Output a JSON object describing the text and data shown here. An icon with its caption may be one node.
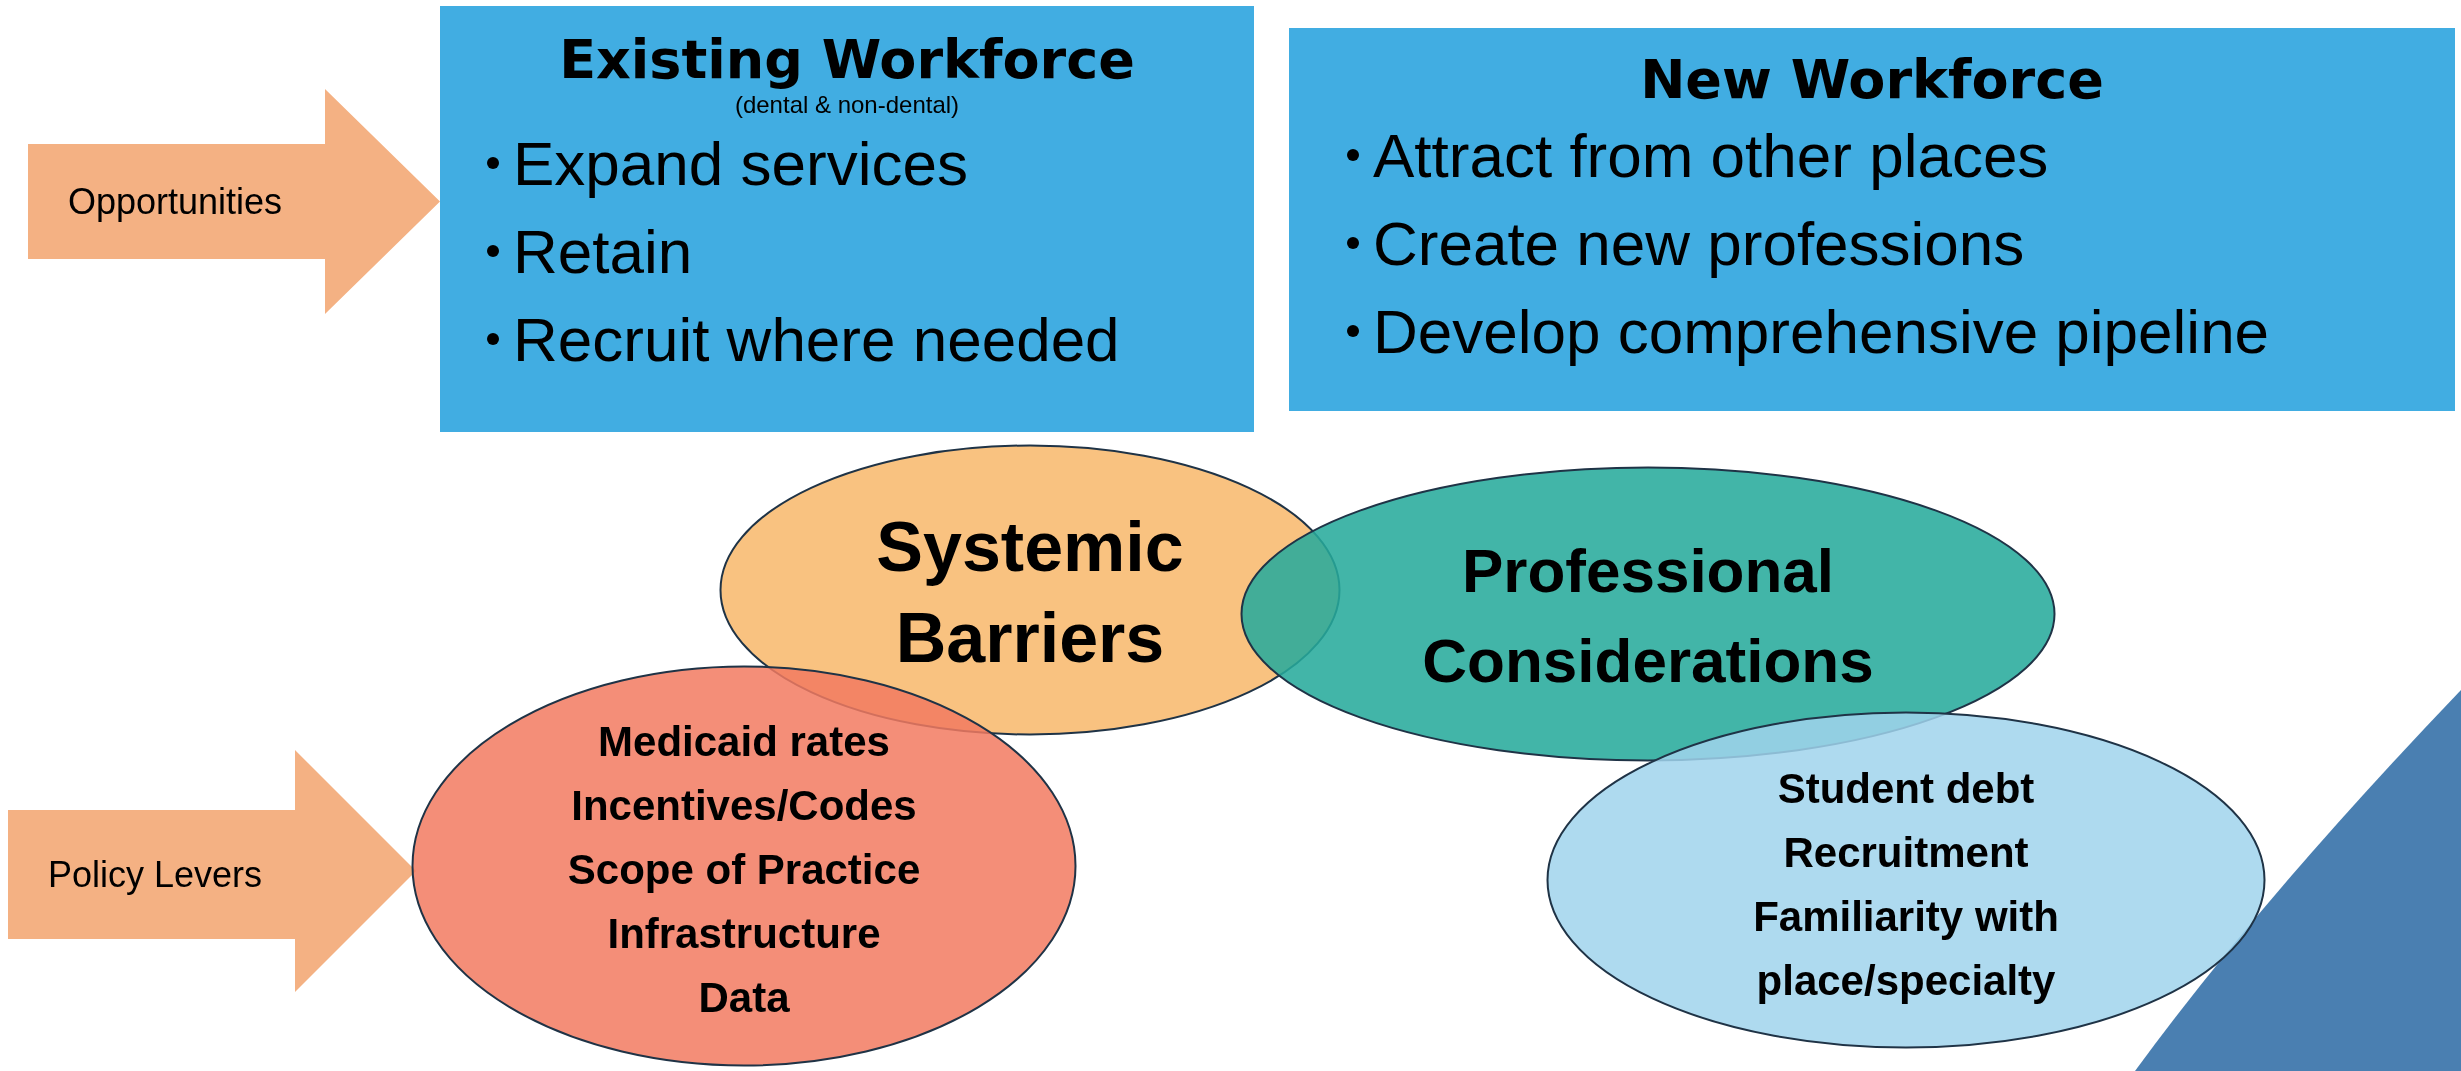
{
  "diagram": {
    "nodes": [
      {
        "text": [
          "Opportunities"
        ]
      },
      {
        "text": [
          "Existing Workforce",
          "(dental & non-dental)",
          "Expand services",
          "Retain",
          "Recruit where needed"
        ]
      },
      {
        "text": [
          "New Workforce",
          "Attract from other places",
          "Create new professions",
          "Develop comprehensive pipeline"
        ]
      },
      {
        "text": [
          "Systemic Barriers"
        ]
      },
      {
        "text": [
          "Professional Considerations"
        ]
      },
      {
        "text": [
          "Policy Levers"
        ]
      },
      {
        "text": [
          "Medicaid rates",
          "Incentives/Codes",
          "Scope of Practice",
          "Infrastructure",
          "Data"
        ]
      },
      {
        "text": [
          "Student debt",
          "Recruitment",
          "Familiarity with place/specialty"
        ]
      }
    ]
  }
}
